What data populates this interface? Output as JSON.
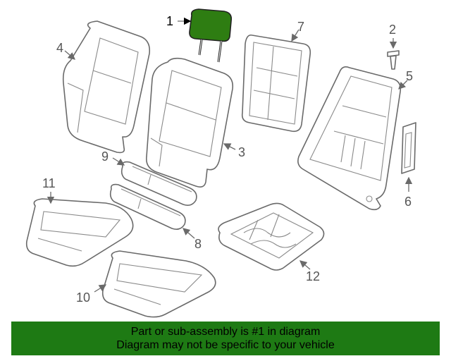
{
  "diagram": {
    "highlight_color": "#2e7d12",
    "callouts": {
      "c1": "1",
      "c2": "2",
      "c3": "3",
      "c4": "4",
      "c5": "5",
      "c6": "6",
      "c7": "7",
      "c8": "8",
      "c9": "9",
      "c10": "10",
      "c11": "11",
      "c12": "12"
    }
  },
  "banner": {
    "line1": "Part or sub-assembly is #1 in diagram",
    "line2": "Diagram may not be specific to your vehicle",
    "color": "#1e7a14"
  }
}
